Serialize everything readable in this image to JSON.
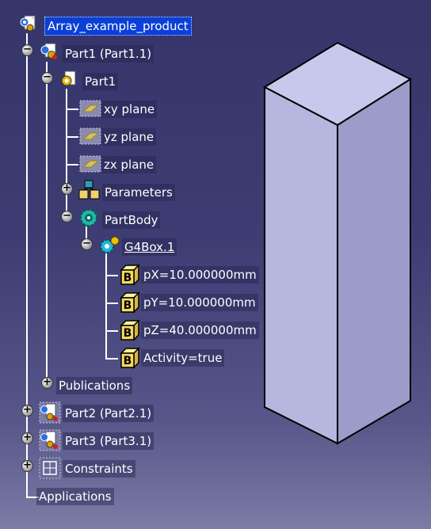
{
  "tree": {
    "root": {
      "label": "Array_example_product"
    },
    "part1_instance": {
      "label": "Part1 (Part1.1)"
    },
    "part1": {
      "label": "Part1"
    },
    "xy_plane": {
      "label": "xy plane"
    },
    "yz_plane": {
      "label": "yz plane"
    },
    "zx_plane": {
      "label": "zx plane"
    },
    "parameters": {
      "label": "Parameters"
    },
    "partbody": {
      "label": "PartBody"
    },
    "g4box": {
      "label": "G4Box.1"
    },
    "px": {
      "label": "pX=10.000000mm"
    },
    "py": {
      "label": "pY=10.000000mm"
    },
    "pz": {
      "label": "pZ=40.000000mm"
    },
    "activity": {
      "label": "Activity=true"
    },
    "publications": {
      "label": "Publications"
    },
    "part2_instance": {
      "label": "Part2 (Part2.1)"
    },
    "part3_instance": {
      "label": "Part3 (Part3.1)"
    },
    "constraints": {
      "label": "Constraints"
    },
    "applications": {
      "label": "Applications"
    },
    "expand_symbol": "+",
    "collapse_symbol": "−"
  },
  "colors": {
    "background_top": "#35356a",
    "background_bottom": "#7c7ca6",
    "selection": "#0a3fd8",
    "tree_lines": "#ffffff",
    "box_top": "#c8c8ec",
    "box_left": "#b4b4dc",
    "box_right": "#9a9ac8"
  },
  "icons": {
    "product": "product-icon",
    "part": "part-icon",
    "plane": "plane-icon",
    "parameters": "parameters-icon",
    "body": "body-icon",
    "feature": "feature-icon",
    "parameter": "parameter-cube-icon",
    "constraints": "constraints-icon"
  }
}
